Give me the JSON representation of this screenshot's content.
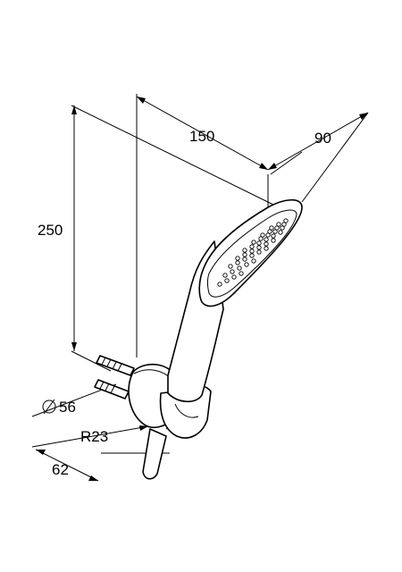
{
  "dimensions": {
    "width_150": "150",
    "width_90": "90",
    "height_250": "250",
    "diameter_56": "56",
    "radius_23": "R23",
    "depth_62": "62"
  }
}
